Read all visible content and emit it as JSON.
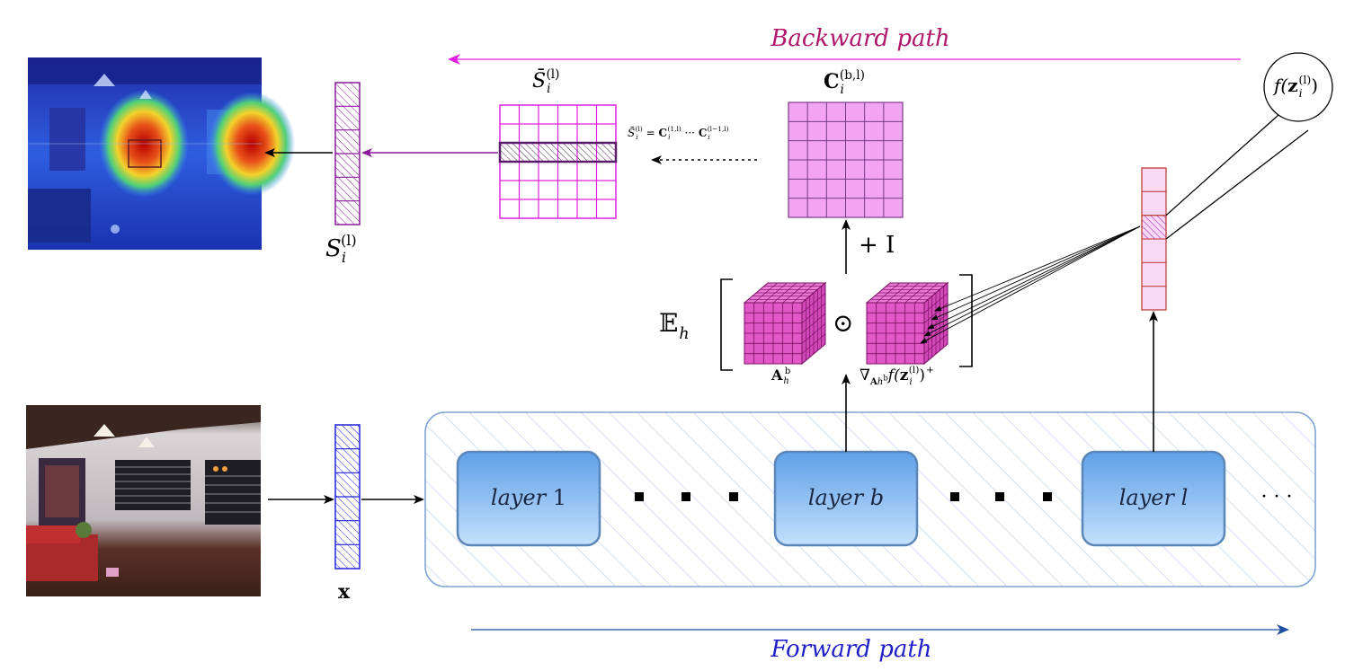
{
  "backward_path": {
    "label": "Backward path",
    "color": "#b0176b",
    "arrow_color": "#e020e0"
  },
  "forward_path": {
    "label": "Forward path",
    "color": "#1f1fc8",
    "arrow_color": "#1f4fa0"
  },
  "layers": [
    {
      "label_word": "layer",
      "label_var": "1"
    },
    {
      "label_word": "layer",
      "label_var": "b"
    },
    {
      "label_word": "layer",
      "label_var": "l"
    }
  ],
  "separators": {
    "dots": "■   ■   ■",
    "ellipsis": "· · ·"
  },
  "labels": {
    "x_vector": "x",
    "S_i": {
      "base": "S",
      "sub": "i",
      "sup": "(l)"
    },
    "S_bar_i": {
      "base": "S̄",
      "sub": "i",
      "sup": "(l)"
    },
    "C_matrix": {
      "base": "C",
      "sub": "i",
      "sup": "(b,l)"
    },
    "plus_I": "+ I",
    "expectation": {
      "base": "𝔼",
      "sub": "h"
    },
    "odot": "⊙",
    "A_hb": {
      "base": "A",
      "sub": "h",
      "sup": "b"
    },
    "grad": {
      "nabla": "∇",
      "sub_base": "A",
      "sub_sub": "h",
      "sub_sup": "b",
      "f": "f(",
      "z": "z",
      "z_sub": "i",
      "z_sup": "(l)",
      "close": ")",
      "plus": "+"
    },
    "equation": {
      "lhs": "S̄",
      "lhs_sub": "i",
      "lhs_sup": "(l)",
      "eq": " = ",
      "c1": "C",
      "c1_sub": "i",
      "c1_sup": "(1,l)",
      "dots": " ··· ",
      "c2": "C",
      "c2_sub": "i",
      "c2_sup": "(l−1,l)"
    },
    "f_z": {
      "f": "f(",
      "z": "z",
      "sub": "i",
      "sup": "(l)",
      "close": ")"
    }
  },
  "colors": {
    "blue_vector": "#2020e0",
    "purple_vector": "#8a1a9a",
    "magenta_grid": "#e020e0",
    "c_matrix_fill": "#f3a4f3",
    "cube_fill": "#e057c6",
    "cube_line": "#7a1060",
    "red_vector_line": "#c0403c",
    "red_vector_fill": "#f8d8f4",
    "layer_box_top": "#5fa0e8",
    "layer_box_bottom": "#bcdcfb",
    "layer_box_border": "#5a86b8",
    "container_border": "#7fa3d2",
    "hatch": "#c6d8f0"
  }
}
